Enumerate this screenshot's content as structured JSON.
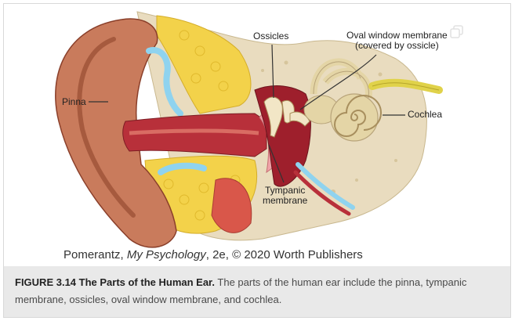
{
  "labels": {
    "pinna": "Pinna",
    "ossicles": "Ossicles",
    "oval_window_line1": "Oval window membrane",
    "oval_window_line2": "(covered by ossicle)",
    "cochlea": "Cochlea",
    "tympanic_line1": "Tympanic",
    "tympanic_line2": "membrane"
  },
  "credit": {
    "prefix": "Pomerantz, ",
    "title": "My Psychology",
    "suffix": ", 2e, © 2020 Worth Publishers"
  },
  "caption": {
    "title": "FIGURE 3.14 The Parts of the Human Ear.",
    "text": " The parts of the human ear include the pinna, tympanic membrane, ossicles, oval window membrane, and cochlea."
  },
  "colors": {
    "skin": "#c97b5c",
    "skin_dark": "#8a3f2a",
    "bone": "#e8dcc0",
    "fat": "#f3d24a",
    "fluid": "#8fd3ef",
    "canal": "#b8303a",
    "cochlea": "#e4d5a6",
    "nerve": "#e0d24a"
  },
  "icons": {
    "copy": "copy-icon"
  }
}
